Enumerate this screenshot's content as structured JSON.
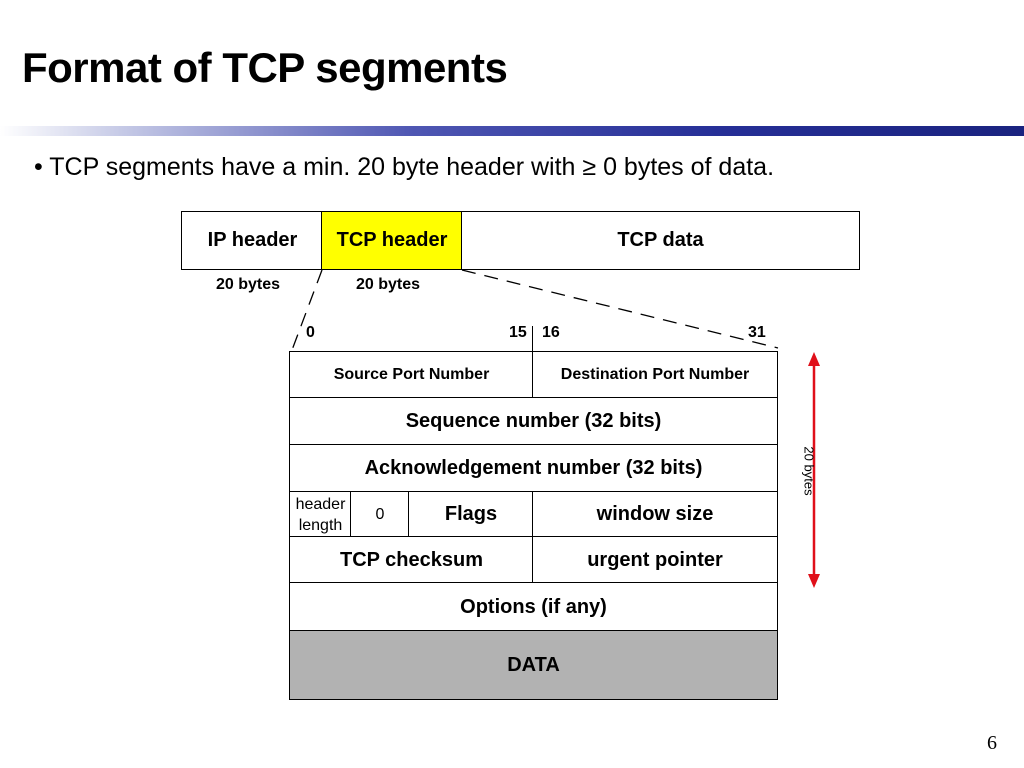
{
  "slide": {
    "title": "Format of TCP segments",
    "bullet": "• TCP segments have a min. 20 byte header with ≥ 0 bytes of data.",
    "page_number": "6"
  },
  "packet": {
    "ip_header": "IP header",
    "tcp_header": "TCP header",
    "tcp_data": "TCP data",
    "ip_size": "20 bytes",
    "tcp_size": "20 bytes",
    "highlight_color": "#ffff00"
  },
  "header": {
    "bit_labels": {
      "b0": "0",
      "b15": "15",
      "b16": "16",
      "b31": "31"
    },
    "source_port": "Source Port Number",
    "dest_port": "Destination Port Number",
    "sequence": "Sequence number (32 bits)",
    "ack": "Acknowledgement number (32 bits)",
    "header_length": "header length",
    "zero": "0",
    "flags": "Flags",
    "window": "window size",
    "checksum": "TCP checksum",
    "urgent": "urgent pointer",
    "options": "Options (if any)",
    "data": "DATA",
    "size_label": "20 bytes",
    "arrow_color": "#e0101a",
    "data_fill": "#b2b2b2"
  }
}
